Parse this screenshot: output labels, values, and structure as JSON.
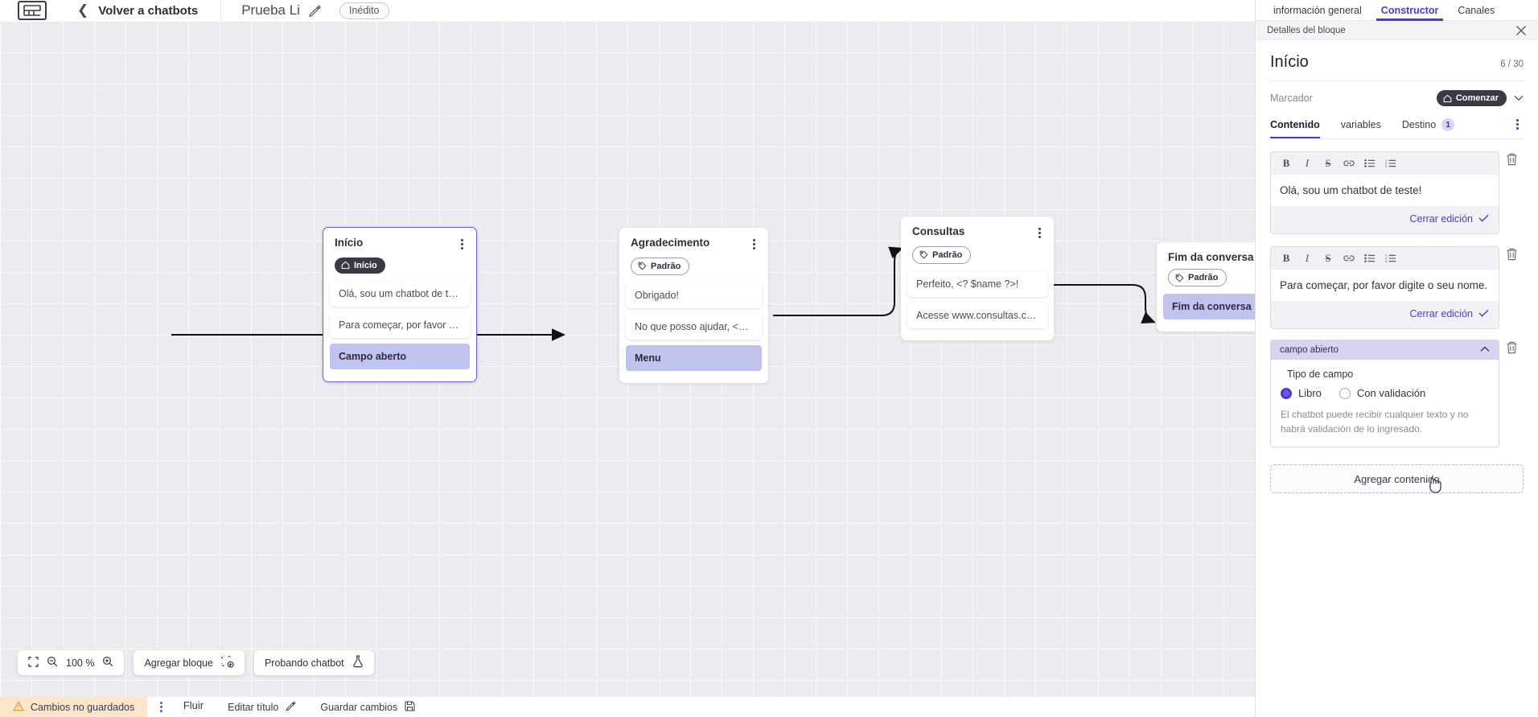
{
  "topbar": {
    "logo_name": "brand-logo",
    "back_label": "Volver a chatbots",
    "bot_title": "Prueba Li",
    "status_badge": "Inédito"
  },
  "canvas": {
    "zoom_level": "100 %",
    "fit_label": "fit-screen-icon",
    "zoom_out_label": "zoom-out-icon",
    "zoom_in_label": "zoom-in-icon",
    "add_block_label": "Agregar bloque",
    "test_bot_label": "Probando chatbot",
    "nodes": [
      {
        "title": "Início",
        "tag": "Início",
        "tag_style": "dark",
        "messages": [
          {
            "text": "Olá, sou um chatbot de teste!",
            "kind": "text"
          },
          {
            "text": "Para começar, por favor digite o ...",
            "kind": "text"
          },
          {
            "text": "Campo aberto",
            "kind": "action"
          }
        ]
      },
      {
        "title": "Agradecimento",
        "tag": "Padrão",
        "tag_style": "outline",
        "messages": [
          {
            "text": "Obrigado!",
            "kind": "text"
          },
          {
            "text": "No que posso ajudar, <? $name ...",
            "kind": "text"
          },
          {
            "text": "Menu",
            "kind": "action"
          }
        ]
      },
      {
        "title": "Consultas",
        "tag": "Padrão",
        "tag_style": "outline",
        "messages": [
          {
            "text": "Perfeito, <? $name ?>!",
            "kind": "text"
          },
          {
            "text": "Acesse www.consultas.com par...",
            "kind": "text"
          }
        ]
      },
      {
        "title": "Fim da conversa",
        "tag": "Padrão",
        "tag_style": "outline",
        "messages": [
          {
            "text": "Fim da conversa",
            "kind": "action"
          }
        ]
      }
    ]
  },
  "bottombar": {
    "unsaved_label": "Cambios no guardados",
    "flow_tab": "Fluir",
    "edit_title_label": "Editar título",
    "save_label": "Guardar cambios"
  },
  "panel": {
    "tabs": [
      {
        "label": "información general",
        "active": false
      },
      {
        "label": "Constructor",
        "active": true
      },
      {
        "label": "Canales",
        "active": false
      }
    ],
    "subhead": "Detalles del bloque",
    "block_title": "Início",
    "block_count": "6 / 30",
    "marker_label": "Marcador",
    "marker_value": "Comenzar",
    "content_tabs": [
      {
        "label": "Contenido",
        "active": true,
        "count": null
      },
      {
        "label": "variables",
        "active": false,
        "count": null
      },
      {
        "label": "Destino",
        "active": false,
        "count": "1"
      }
    ],
    "editors": [
      {
        "text": "Olá, sou um chatbot de teste!",
        "close_label": "Cerrar edición"
      },
      {
        "text": "Para começar, por favor digite o seu nome.",
        "close_label": "Cerrar edición"
      }
    ],
    "toolbar_buttons": [
      "bold-icon",
      "italic-icon",
      "strikethrough-icon",
      "link-icon",
      "bullet-list-icon",
      "numbered-list-icon"
    ],
    "field": {
      "header": "campo abierto",
      "type_label": "Tipo de campo",
      "options": [
        {
          "label": "Libro",
          "selected": true
        },
        {
          "label": "Con validación",
          "selected": false
        }
      ],
      "hint": "El chatbot puede recibir cualquier texto y no habrá validación de lo ingresado."
    },
    "add_content_label": "Agregar contenido"
  },
  "colors": {
    "accent": "#4a3bcf",
    "action_chip": "#bfc3ee",
    "canvas_bg": "#ececf0",
    "unsaved_bg": "#fbe6cb",
    "dark_tag": "#3a3a46"
  }
}
